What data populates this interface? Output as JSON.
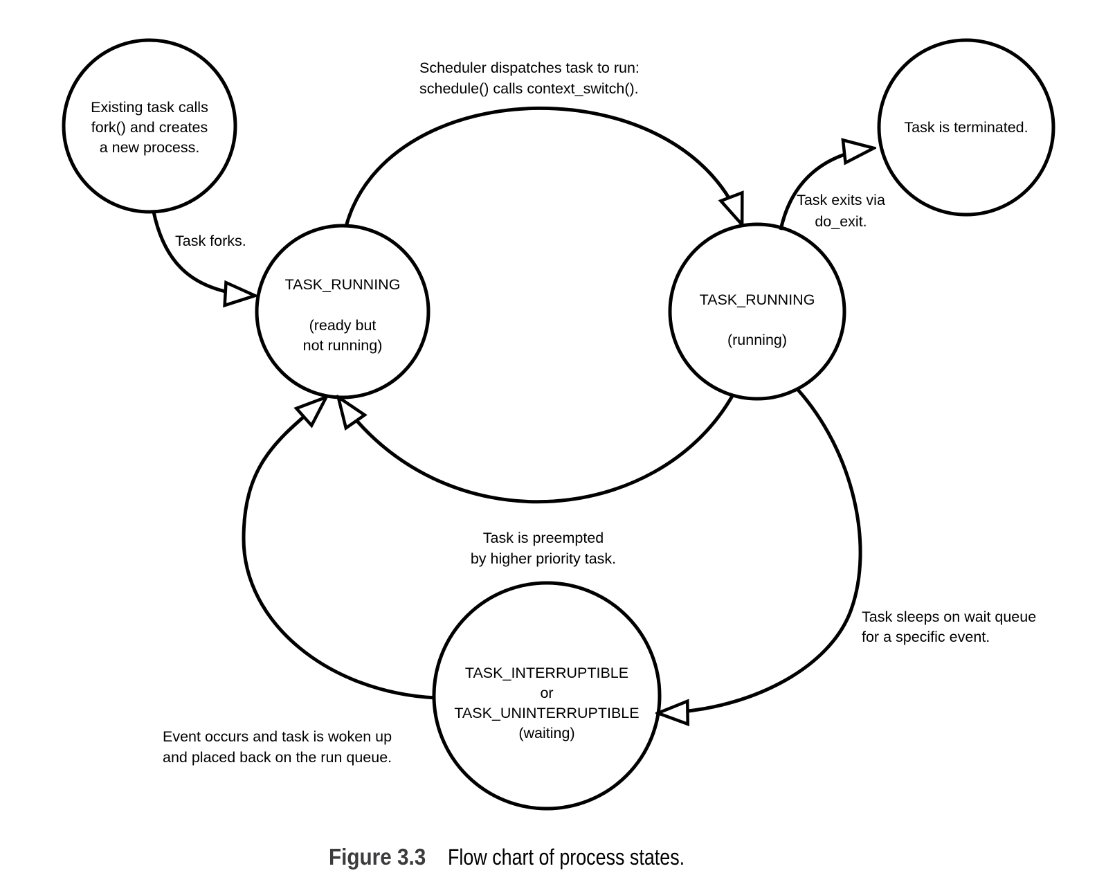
{
  "colors": {
    "stroke": "#000000",
    "text": "#000000",
    "caption_label": "#3c3c3e",
    "background": "#ffffff"
  },
  "nodes": {
    "fork": {
      "text": "Existing task calls\nfork() and creates\na new process."
    },
    "ready": {
      "title": "TASK_RUNNING",
      "subtitle": "(ready but\nnot running)"
    },
    "running": {
      "title": "TASK_RUNNING",
      "subtitle": "(running)"
    },
    "terminated": {
      "text": "Task is terminated."
    },
    "waiting": {
      "title": "TASK_INTERRUPTIBLE\nor\nTASK_UNINTERRUPTIBLE",
      "subtitle": "(waiting)"
    }
  },
  "edges": {
    "fork_to_ready": {
      "label": "Task forks."
    },
    "ready_to_running": {
      "label": "Scheduler dispatches task to run:\nschedule() calls context_switch()."
    },
    "running_to_terminated": {
      "label": "Task exits via\ndo_exit."
    },
    "running_to_ready": {
      "label": "Task is preempted\nby higher priority task."
    },
    "running_to_waiting": {
      "label": "Task sleeps on wait queue\nfor a specific event."
    },
    "waiting_to_ready": {
      "label": "Event occurs and task is woken up\nand placed back on the run queue."
    }
  },
  "caption": {
    "label": "Figure 3.3",
    "text": "Flow chart of process states."
  }
}
